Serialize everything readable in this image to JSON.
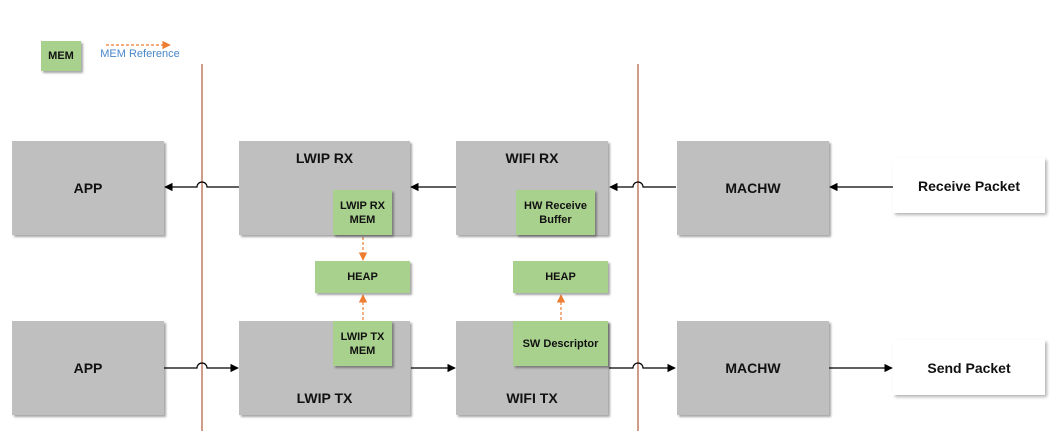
{
  "legend": {
    "mem_label": "MEM",
    "mem_reference_label": "MEM Reference"
  },
  "rx_path": {
    "app": "APP",
    "lwip": "LWIP RX",
    "lwip_mem": "LWIP RX MEM",
    "wifi": "WIFI RX",
    "hw_buffer": "HW Receive Buffer",
    "machw": "MACHW",
    "endpoint": "Receive Packet"
  },
  "tx_path": {
    "app": "APP",
    "lwip": "LWIP TX",
    "lwip_mem": "LWIP TX MEM",
    "wifi": "WIFI TX",
    "sw_descriptor": "SW Descriptor",
    "machw": "MACHW",
    "endpoint": "Send Packet"
  },
  "heap": {
    "lwip_heap": "HEAP",
    "wifi_heap": "HEAP"
  },
  "colors": {
    "block": "#bfbfbf",
    "memory": "#a9d18e",
    "reference_arrow": "#ed7d31",
    "boundary_line": "#b05a3c",
    "flow_arrow": "#000000"
  }
}
